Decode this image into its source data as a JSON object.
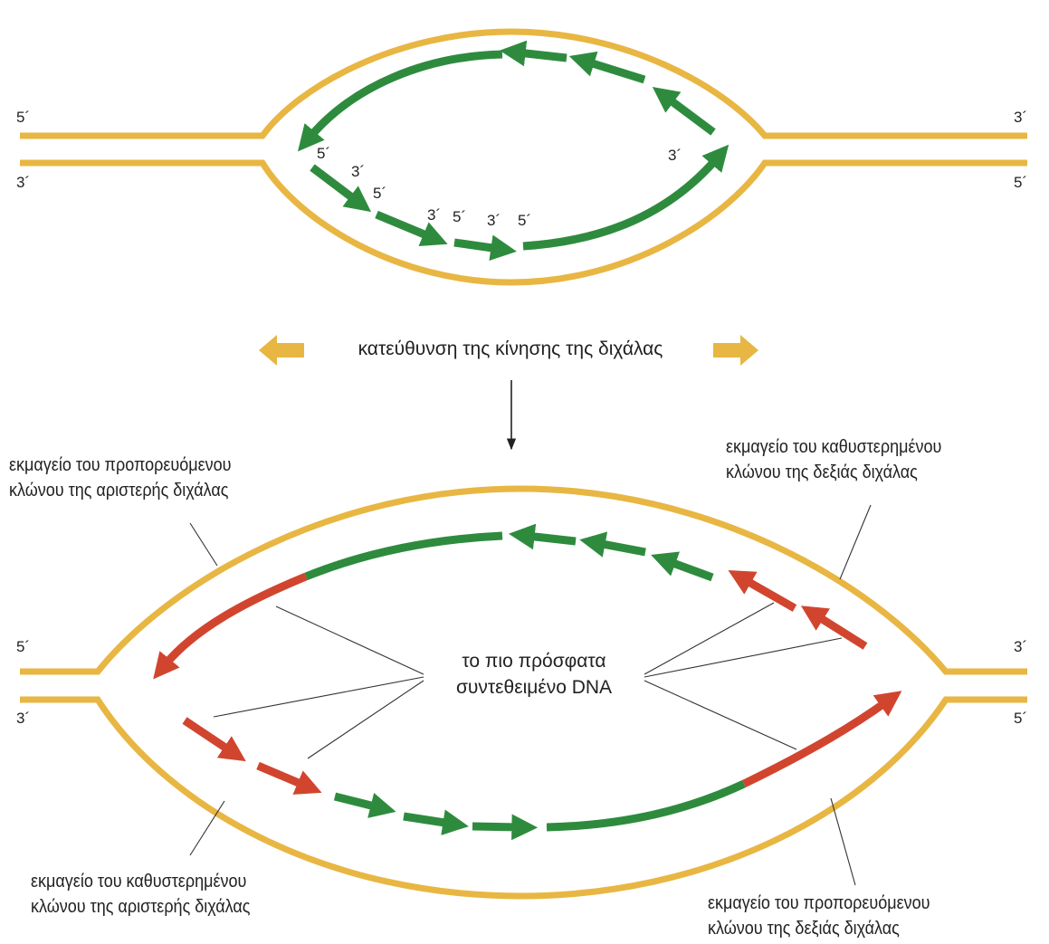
{
  "top_fork": {
    "end_labels": {
      "left_top": "5´",
      "left_bottom": "3´",
      "right_top": "3´",
      "right_bottom": "5´"
    },
    "fragment_labels": [
      "5´",
      "3´",
      "5´",
      "3´",
      "5´",
      "3´",
      "5´",
      "3´"
    ]
  },
  "direction_label": "κατεύθυνση της κίνησης της διχάλας",
  "bottom_fork": {
    "end_labels": {
      "left_top": "5´",
      "left_bottom": "3´",
      "right_top": "3´",
      "right_bottom": "5´"
    },
    "center_label": {
      "line1": "το πιο πρόσφατα",
      "line2": "συντεθειμένο DNA"
    },
    "callouts": {
      "leading_left": {
        "line1": "εκμαγείο του προπορευόμενου",
        "line2": "κλώνου της αριστερής διχάλας"
      },
      "lagging_right": {
        "line1": "εκμαγείο του καθυστερημένου",
        "line2": "κλώνου της δεξιάς διχάλας"
      },
      "lagging_left": {
        "line1": "εκμαγείο του καθυστερημένου",
        "line2": "κλώνου της αριστερής διχάλας"
      },
      "leading_right": {
        "line1": "εκμαγείο του προπορευόμενου",
        "line2": "κλώνου της δεξιάς διχάλας"
      }
    }
  },
  "colors": {
    "template_strand": "#e8b642",
    "new_dna": "#2e8b3e",
    "recent_dna": "#d1452f",
    "direction_arrow": "#e8b642",
    "leader_line": "#333333"
  }
}
